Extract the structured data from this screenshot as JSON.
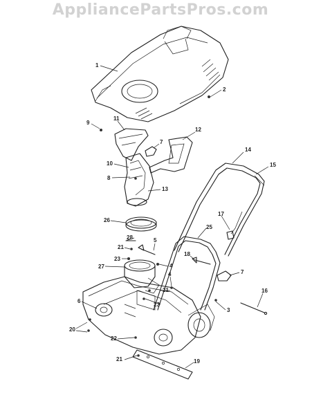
{
  "watermark": "AppliancePartsPros.com",
  "callouts": [
    {
      "id": "c1",
      "label": "1"
    },
    {
      "id": "c2",
      "label": "2"
    },
    {
      "id": "c3",
      "label": "3"
    },
    {
      "id": "c4a",
      "label": "4"
    },
    {
      "id": "c4b",
      "label": "4"
    },
    {
      "id": "c5",
      "label": "5"
    },
    {
      "id": "c6",
      "label": "6"
    },
    {
      "id": "c7a",
      "label": "7"
    },
    {
      "id": "c7b",
      "label": "7"
    },
    {
      "id": "c8",
      "label": "8"
    },
    {
      "id": "c9",
      "label": "9"
    },
    {
      "id": "c10",
      "label": "10"
    },
    {
      "id": "c11",
      "label": "11"
    },
    {
      "id": "c12",
      "label": "12"
    },
    {
      "id": "c13",
      "label": "13"
    },
    {
      "id": "c14",
      "label": "14"
    },
    {
      "id": "c15",
      "label": "15"
    },
    {
      "id": "c16",
      "label": "16"
    },
    {
      "id": "c17",
      "label": "17"
    },
    {
      "id": "c18",
      "label": "18"
    },
    {
      "id": "c19",
      "label": "19"
    },
    {
      "id": "c20",
      "label": "20"
    },
    {
      "id": "c21a",
      "label": "21"
    },
    {
      "id": "c21b",
      "label": "21"
    },
    {
      "id": "c21c",
      "label": "21"
    },
    {
      "id": "c22",
      "label": "22"
    },
    {
      "id": "c23a",
      "label": "23"
    },
    {
      "id": "c23b",
      "label": "23"
    },
    {
      "id": "c25",
      "label": "25"
    },
    {
      "id": "c26",
      "label": "26"
    },
    {
      "id": "c27",
      "label": "27"
    },
    {
      "id": "c28",
      "label": "28"
    }
  ]
}
